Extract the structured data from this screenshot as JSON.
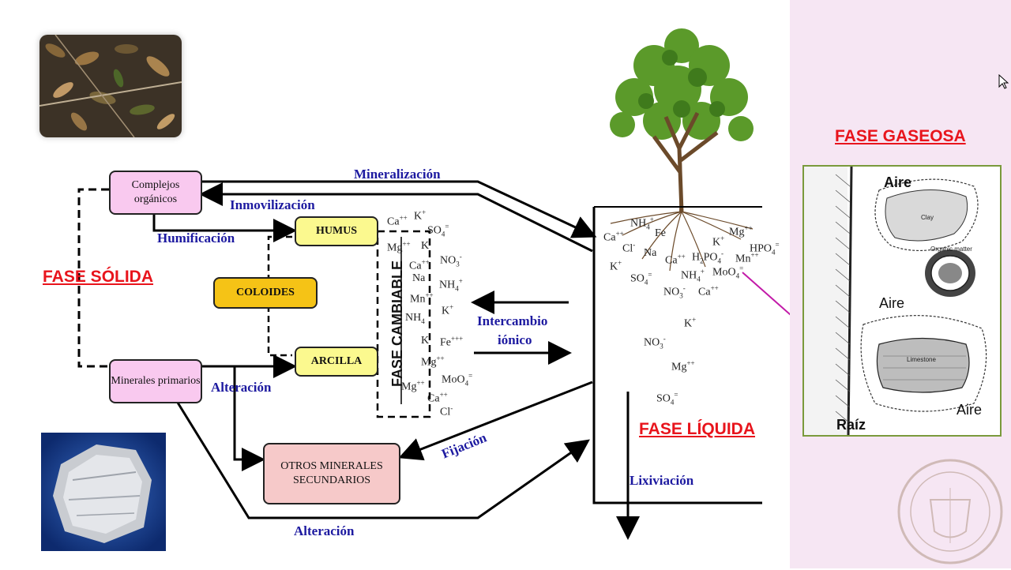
{
  "titles": {
    "solid": "FASE SÓLIDA",
    "liquid": "FASE LÍQUIDA",
    "gas": "FASE GASEOSA"
  },
  "boxes": {
    "complejos": "Complejos orgánicos",
    "minerales": "Minerales primarios",
    "humus": "HUMUS",
    "coloides": "COLOIDES",
    "arcilla": "ARCILLA",
    "otros": "OTROS MINERALES SECUNDARIOS",
    "fase_cambiable": "FASE CAMBIABLE"
  },
  "processes": {
    "mineralizacion": "Mineralización",
    "inmovilizacion": "Inmovilización",
    "humificacion": "Humificación",
    "alteracion_1": "Alteración",
    "alteracion_2": "Alteración",
    "intercambio_1": "Intercambio",
    "intercambio_2": "iónico",
    "fijacion": "Fijación",
    "lixiviacion": "Lixiviación"
  },
  "gas_panel": {
    "aire_1": "Aire",
    "aire_2": "Aire",
    "aire_3": "Aire",
    "raiz": "Raíz",
    "clay": "Clay",
    "organic": "Organic matter",
    "limestone": "Limestone"
  },
  "colors": {
    "process_text": "#1d1aa0",
    "title_red": "#e8141c",
    "right_panel": "#f6e6f3",
    "arrow_magenta": "#c21aa8"
  },
  "icons": [
    "leaf-litter-photo",
    "rock-photo",
    "tree-icon",
    "cursor-icon",
    "university-seal"
  ]
}
